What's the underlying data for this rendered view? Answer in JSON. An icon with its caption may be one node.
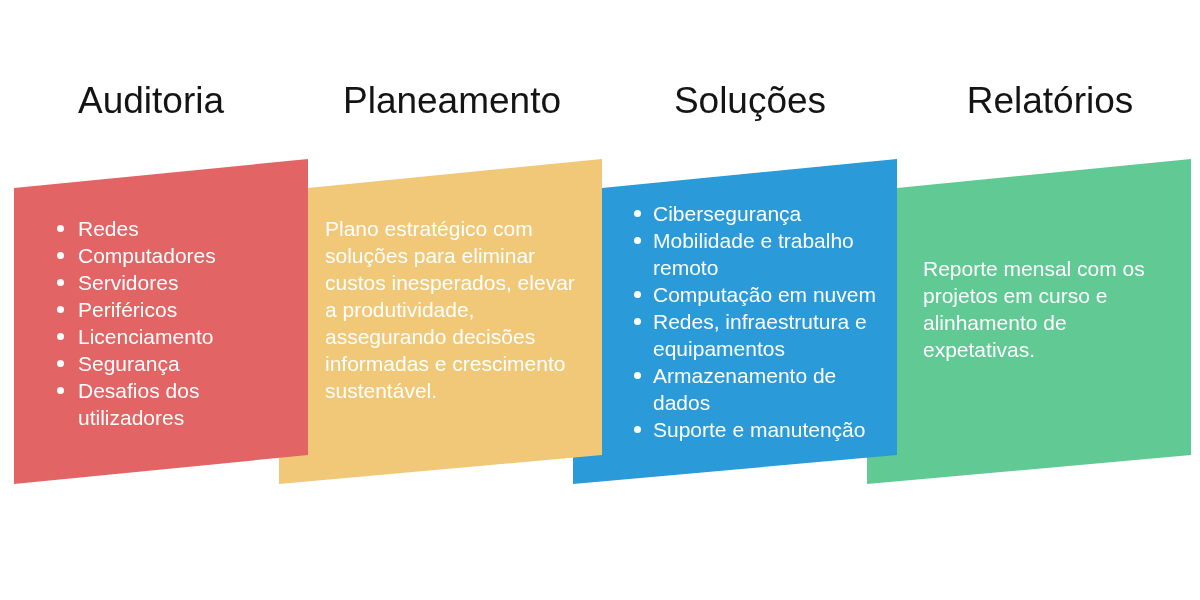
{
  "diagram": {
    "nodes": [
      {
        "text": [
          "Auditoria",
          "Redes",
          "Computadores",
          "Servidores",
          "Periféricos",
          "Licenciamento",
          "Segurança",
          "Desafios dos utilizadores"
        ]
      },
      {
        "text": [
          "Planeamento",
          "Plano estratégico com soluções para eliminar custos inesperados, elevar a produtividade, assegurando decisões informadas e crescimento sustentável."
        ]
      },
      {
        "text": [
          "Soluções",
          "Cibersegurança",
          "Mobilidade e trabalho remoto",
          "Computação em nuvem",
          "Redes, infraestrutura e equipamentos",
          "Armazenamento de dados",
          "Suporte e manutenção"
        ]
      },
      {
        "text": [
          "Relatórios",
          "Reporte mensal com os projetos em curso e alinhamento de expetativas."
        ]
      }
    ]
  }
}
